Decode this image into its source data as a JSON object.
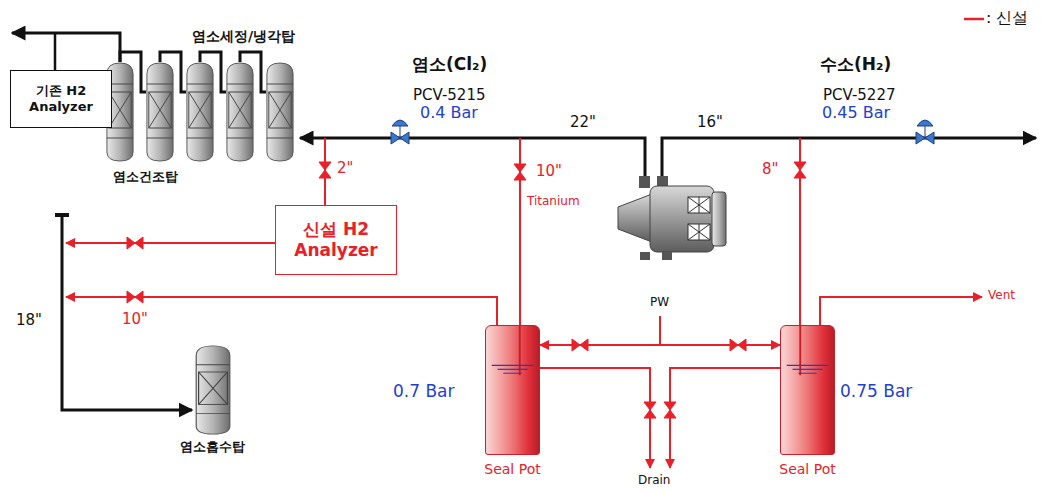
{
  "diagram": {
    "nodes": [
      {
        "text": [
          "기존 H2 Analyzer"
        ]
      },
      {
        "text": [
          "신설 H2 Analyzer"
        ]
      },
      {
        "text": [
          "Seal Pot"
        ]
      },
      {
        "text": [
          "Seal Pot"
        ]
      }
    ],
    "edges": [
      {
        "from": 2,
        "to": 3,
        "arrow": "both",
        "label": "PW"
      }
    ],
    "labels": [
      "염소세정/냉각탑",
      "염소건조탑",
      "염소(Cl₂)",
      "PCV-5215",
      "0.4 Bar",
      "22\"",
      "16\"",
      "수소(H₂)",
      "PCV-5227",
      "0.45 Bar",
      "2\"",
      "10\"",
      "Titanium",
      "8\"",
      "18\"",
      "10\"",
      "0.7 Bar",
      "0.75 Bar",
      "Vent",
      "Drain",
      "염소흡수탑"
    ],
    "legend": [
      {
        "text": ": 신설"
      }
    ]
  }
}
